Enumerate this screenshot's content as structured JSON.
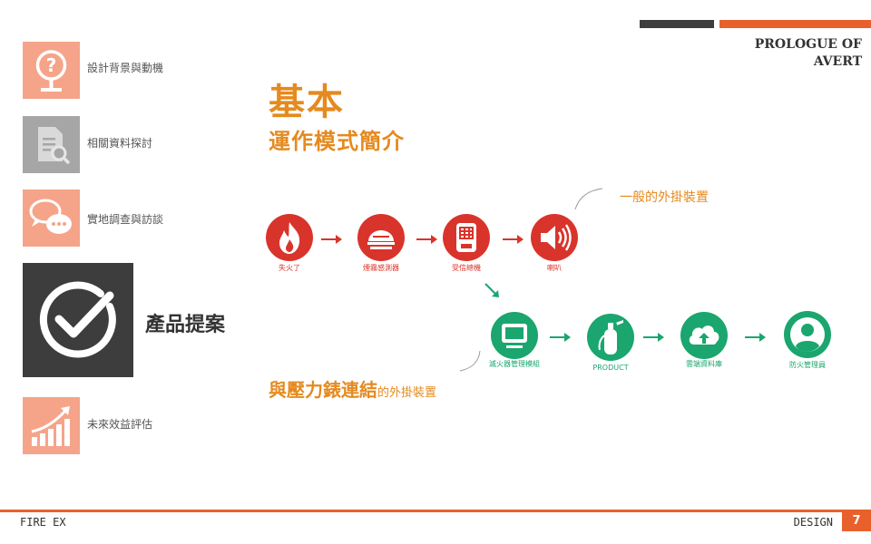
{
  "header": {
    "line1": "PROLOGUE OF",
    "line2": "AVERT"
  },
  "sidebar": {
    "items": [
      {
        "label": "設計背景與動機",
        "icon": "question-icon"
      },
      {
        "label": "相關資料探討",
        "icon": "document-search-icon"
      },
      {
        "label": "實地調查與訪談",
        "icon": "chat-icon"
      },
      {
        "label": "產品提案",
        "icon": "checkmark-icon",
        "active": true
      },
      {
        "label": "未來效益評估",
        "icon": "growth-chart-icon"
      }
    ]
  },
  "main": {
    "title": "基本",
    "subtitle": "運作模式簡介",
    "note_top": "一般的外掛裝置",
    "note_bottom_big": "與壓力錶連結",
    "note_bottom_small": "的外掛裝置"
  },
  "flow": {
    "row1": [
      {
        "label": "失火了",
        "icon": "fire-icon"
      },
      {
        "label": "煙霧感測器",
        "icon": "smoke-detector-icon"
      },
      {
        "label": "受信總機",
        "icon": "control-panel-icon"
      },
      {
        "label": "喇叭",
        "icon": "speaker-icon"
      }
    ],
    "row2": [
      {
        "label": "滅火器管理模組",
        "icon": "monitor-icon"
      },
      {
        "label": "PRODUCT",
        "icon": "extinguisher-icon"
      },
      {
        "label": "雲端資料庫",
        "icon": "cloud-upload-icon"
      },
      {
        "label": "防火管理員",
        "icon": "user-icon"
      }
    ]
  },
  "colors": {
    "accent": "#e8612c",
    "title": "#e58a1f",
    "red": "#d9342b",
    "green": "#1aa66e",
    "dark": "#3d3d3d"
  },
  "footer": {
    "left": "FIRE EX",
    "right": "DESIGN",
    "page": "7"
  }
}
